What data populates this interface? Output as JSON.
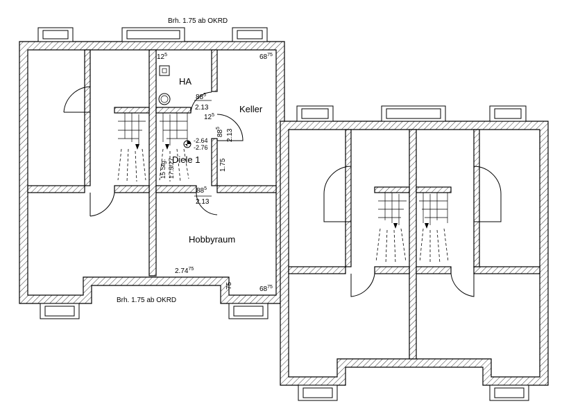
{
  "notes": {
    "top_sill": "Brh. 1.75 ab OKRD",
    "bottom_sill": "Brh. 1.75 ab OKRD"
  },
  "rooms": {
    "ha": "HA",
    "keller": "Keller",
    "diele": "Diele 1",
    "hobbyraum": "Hobbyraum"
  },
  "dimensions": {
    "ha_top_base": "12",
    "ha_top_sup": "5",
    "keller_corner_base": "68",
    "keller_corner_sup": "75",
    "door1_width_base": "88",
    "door1_width_sup": "5",
    "door1_height": "2.13",
    "door2_gap_base": "12",
    "door2_gap_sup": "5",
    "door2_width_base": "88",
    "door2_width_sup": "5",
    "door2_height": "2.13",
    "level_a": "-2.64",
    "level_b": "-2.76",
    "diele_height": "1.75",
    "door3_width_base": "88",
    "door3_width_sup": "5",
    "door3_height": "2.13",
    "stair_steps": "15 Stg.",
    "stair_ratio": "17.5/27",
    "hobby_width_base": "2.74",
    "hobby_width_sup": "75",
    "hobby_side": "75",
    "hobby_corner_base": "68",
    "hobby_corner_sup": "75"
  }
}
